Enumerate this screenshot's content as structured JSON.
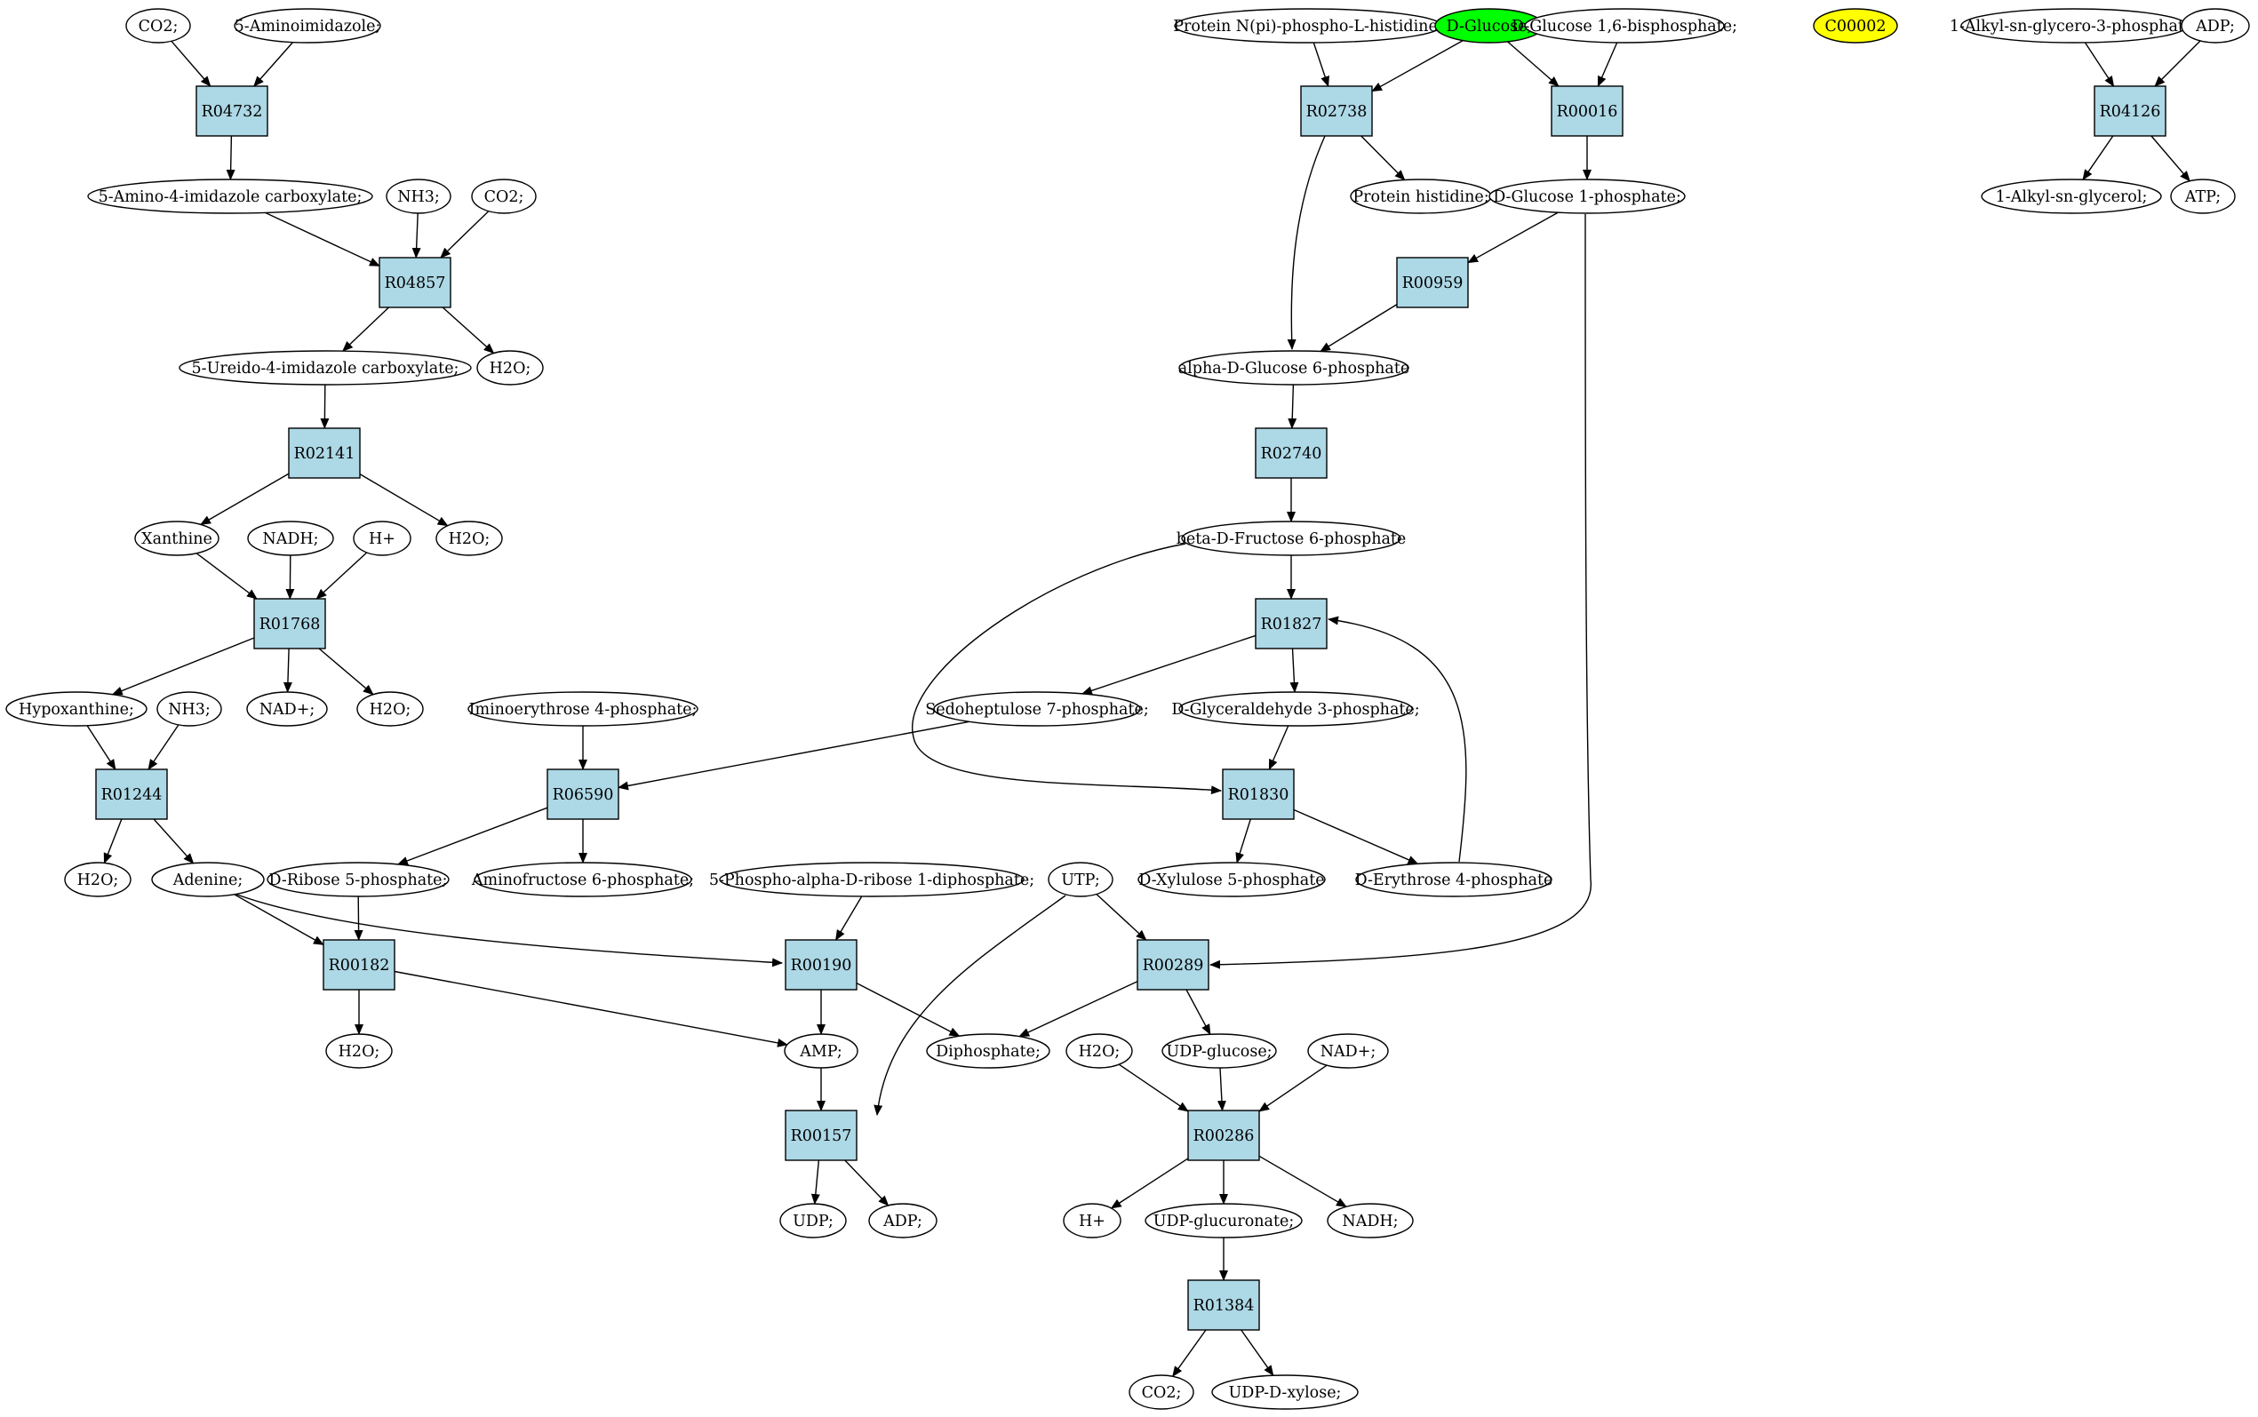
{
  "colors": {
    "reaction_fill": "#add8e6",
    "compound_fill": "#ffffff",
    "start_compound_fill": "#00ff00",
    "isolated_compound_fill": "#ffff00",
    "stroke": "#000000"
  },
  "compounds": {
    "co2_a": "CO2;",
    "aminoimidazole": "5-Aminoimidazole;",
    "amino_imid_carb": "5-Amino-4-imidazole carboxylate;",
    "nh3_a": "NH3;",
    "co2_b": "CO2;",
    "ureido_imid_carb": "5-Ureido-4-imidazole carboxylate;",
    "h2o_a": "H2O;",
    "xanthine": "Xanthine",
    "nadh_a": "NADH;",
    "hplus_a": "H+",
    "h2o_b": "H2O;",
    "hypoxanthine": "Hypoxanthine;",
    "nh3_b": "NH3;",
    "nadplus_a": "NAD+;",
    "h2o_c": "H2O;",
    "h2o_d": "H2O;",
    "adenine": "Adenine;",
    "iminoerythrose4p": "Iminoerythrose 4-phosphate;",
    "dribose5p": "D-Ribose 5-phosphate;",
    "aminofructose6p": "Aminofructose 6-phosphate;",
    "prpp": "5-Phospho-alpha-D-ribose 1-diphosphate;",
    "h2o_e": "H2O;",
    "amp": "AMP;",
    "udp": "UDP;",
    "adp_a": "ADP;",
    "utp": "UTP;",
    "diphosphate": "Diphosphate;",
    "protein_nphis": "Protein N(pi)-phospho-L-histidine;",
    "dglucose": "D-Glucose;",
    "dglucose16bp": "D-Glucose 1,6-bisphosphate;",
    "c00002": "C00002",
    "protein_his": "Protein histidine;",
    "dglucose1p": "D-Glucose 1-phosphate;",
    "aglucose6p": "alpha-D-Glucose 6-phosphate",
    "bfructose6p": "beta-D-Fructose 6-phosphate",
    "sedoheptulose7p": "Sedoheptulose 7-phosphate;",
    "glyceraldehyde3p": "D-Glyceraldehyde 3-phosphate;",
    "xylulose5p": "D-Xylulose 5-phosphate",
    "erythrose4p": "D-Erythrose 4-phosphate",
    "h2o_f": "H2O;",
    "udpglucose": "UDP-glucose;",
    "nadplus_b": "NAD+;",
    "hplus_b": "H+",
    "udpglucuronate": "UDP-glucuronate;",
    "nadh_b": "NADH;",
    "co2_c": "CO2;",
    "udpxylose": "UDP-D-xylose;",
    "alkylglycero3p": "1-Alkyl-sn-glycero-3-phosphate;",
    "adp_b": "ADP;",
    "alkylglycerol": "1-Alkyl-sn-glycerol;",
    "atp": "ATP;"
  },
  "reactions": {
    "R04732": "R04732",
    "R04857": "R04857",
    "R02141": "R02141",
    "R01768": "R01768",
    "R01244": "R01244",
    "R06590": "R06590",
    "R00182": "R00182",
    "R00190": "R00190",
    "R00157": "R00157",
    "R02738": "R02738",
    "R00016": "R00016",
    "R00959": "R00959",
    "R02740": "R02740",
    "R01827": "R01827",
    "R01830": "R01830",
    "R00289": "R00289",
    "R00286": "R00286",
    "R01384": "R01384",
    "R04126": "R04126"
  },
  "edges": [
    [
      "co2_a",
      "R04732"
    ],
    [
      "aminoimidazole",
      "R04732"
    ],
    [
      "R04732",
      "amino_imid_carb"
    ],
    [
      "amino_imid_carb",
      "R04857"
    ],
    [
      "nh3_a",
      "R04857"
    ],
    [
      "co2_b",
      "R04857"
    ],
    [
      "R04857",
      "ureido_imid_carb"
    ],
    [
      "R04857",
      "h2o_a"
    ],
    [
      "ureido_imid_carb",
      "R02141"
    ],
    [
      "R02141",
      "xanthine"
    ],
    [
      "R02141",
      "h2o_b"
    ],
    [
      "xanthine",
      "R01768"
    ],
    [
      "nadh_a",
      "R01768"
    ],
    [
      "hplus_a",
      "R01768"
    ],
    [
      "R01768",
      "hypoxanthine"
    ],
    [
      "R01768",
      "nadplus_a"
    ],
    [
      "R01768",
      "h2o_c"
    ],
    [
      "hypoxanthine",
      "R01244"
    ],
    [
      "nh3_b",
      "R01244"
    ],
    [
      "R01244",
      "h2o_d"
    ],
    [
      "R01244",
      "adenine"
    ],
    [
      "adenine",
      "R00182"
    ],
    [
      "adenine",
      "R00190"
    ],
    [
      "iminoerythrose4p",
      "R06590"
    ],
    [
      "sedoheptulose7p",
      "R06590"
    ],
    [
      "R06590",
      "dribose5p"
    ],
    [
      "R06590",
      "aminofructose6p"
    ],
    [
      "dribose5p",
      "R00182"
    ],
    [
      "R00182",
      "h2o_e"
    ],
    [
      "R00182",
      "amp"
    ],
    [
      "prpp",
      "R00190"
    ],
    [
      "R00190",
      "amp"
    ],
    [
      "R00190",
      "diphosphate"
    ],
    [
      "amp",
      "R00157"
    ],
    [
      "utp",
      "R00157"
    ],
    [
      "R00157",
      "udp"
    ],
    [
      "R00157",
      "adp_a"
    ],
    [
      "utp",
      "R00289"
    ],
    [
      "dglucose1p",
      "R00289"
    ],
    [
      "R00289",
      "diphosphate"
    ],
    [
      "R00289",
      "udpglucose"
    ],
    [
      "protein_nphis",
      "R02738"
    ],
    [
      "dglucose",
      "R02738"
    ],
    [
      "R02738",
      "protein_his"
    ],
    [
      "R02738",
      "aglucose6p"
    ],
    [
      "dglucose",
      "R00016"
    ],
    [
      "dglucose16bp",
      "R00016"
    ],
    [
      "R00016",
      "dglucose1p"
    ],
    [
      "dglucose1p",
      "R00959"
    ],
    [
      "R00959",
      "aglucose6p"
    ],
    [
      "aglucose6p",
      "R02740"
    ],
    [
      "R02740",
      "bfructose6p"
    ],
    [
      "bfructose6p",
      "R01827"
    ],
    [
      "bfructose6p",
      "R01830"
    ],
    [
      "R01827",
      "sedoheptulose7p"
    ],
    [
      "R01827",
      "glyceraldehyde3p"
    ],
    [
      "glyceraldehyde3p",
      "R01830"
    ],
    [
      "R01830",
      "xylulose5p"
    ],
    [
      "R01830",
      "erythrose4p"
    ],
    [
      "erythrose4p",
      "R01827"
    ],
    [
      "h2o_f",
      "R00286"
    ],
    [
      "udpglucose",
      "R00286"
    ],
    [
      "nadplus_b",
      "R00286"
    ],
    [
      "R00286",
      "hplus_b"
    ],
    [
      "R00286",
      "udpglucuronate"
    ],
    [
      "R00286",
      "nadh_b"
    ],
    [
      "udpglucuronate",
      "R01384"
    ],
    [
      "R01384",
      "co2_c"
    ],
    [
      "R01384",
      "udpxylose"
    ],
    [
      "alkylglycero3p",
      "R04126"
    ],
    [
      "adp_b",
      "R04126"
    ],
    [
      "R04126",
      "alkylglycerol"
    ],
    [
      "R04126",
      "atp"
    ]
  ]
}
